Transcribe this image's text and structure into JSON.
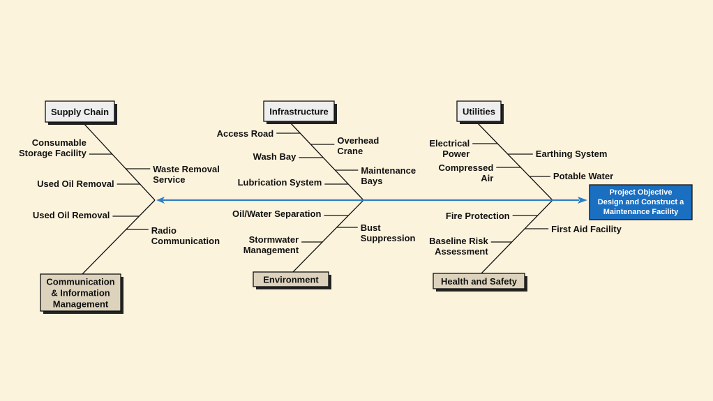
{
  "effect": {
    "lines": [
      "Project Objective",
      "Design and Construct a",
      "Maintenance Facility"
    ],
    "box_color": "#1a6fc1",
    "spine_color": "#2e7fc4"
  },
  "colors": {
    "background": "#fcf3dd",
    "top_box": "#eeeeee",
    "bottom_box": "#ddd3bd"
  },
  "categories": [
    {
      "id": "supply-chain",
      "position": "top",
      "lines": [
        "Supply Chain"
      ],
      "causes": [
        {
          "lines": [
            "Consumable",
            "Storage Facility"
          ]
        },
        {
          "lines": [
            "Waste Removal",
            "Service"
          ]
        },
        {
          "lines": [
            "Used Oil Removal"
          ]
        }
      ]
    },
    {
      "id": "infrastructure",
      "position": "top",
      "lines": [
        "Infrastructure"
      ],
      "causes": [
        {
          "lines": [
            "Access Road"
          ]
        },
        {
          "lines": [
            "Overhead",
            "Crane"
          ]
        },
        {
          "lines": [
            "Wash Bay"
          ]
        },
        {
          "lines": [
            "Maintenance",
            "Bays"
          ]
        },
        {
          "lines": [
            "Lubrication System"
          ]
        }
      ]
    },
    {
      "id": "utilities",
      "position": "top",
      "lines": [
        "Utilities"
      ],
      "causes": [
        {
          "lines": [
            "Electrical",
            "Power"
          ]
        },
        {
          "lines": [
            "Earthing System"
          ]
        },
        {
          "lines": [
            "Compressed",
            "Air"
          ]
        },
        {
          "lines": [
            "Potable Water"
          ]
        }
      ]
    },
    {
      "id": "communication",
      "position": "bottom",
      "lines": [
        "Communication",
        "& Information",
        "Management"
      ],
      "causes": [
        {
          "lines": [
            "Used Oil Removal"
          ]
        },
        {
          "lines": [
            "Radio",
            "Communication"
          ]
        }
      ]
    },
    {
      "id": "environment",
      "position": "bottom",
      "lines": [
        "Environment"
      ],
      "causes": [
        {
          "lines": [
            "Oil/Water Separation"
          ]
        },
        {
          "lines": [
            "Bust",
            "Suppression"
          ]
        },
        {
          "lines": [
            "Stormwater",
            "Management"
          ]
        }
      ]
    },
    {
      "id": "health-safety",
      "position": "bottom",
      "lines": [
        "Health and Safety"
      ],
      "causes": [
        {
          "lines": [
            "Fire Protection"
          ]
        },
        {
          "lines": [
            "First Aid Facility"
          ]
        },
        {
          "lines": [
            "Baseline Risk",
            "Assessment"
          ]
        }
      ]
    }
  ]
}
